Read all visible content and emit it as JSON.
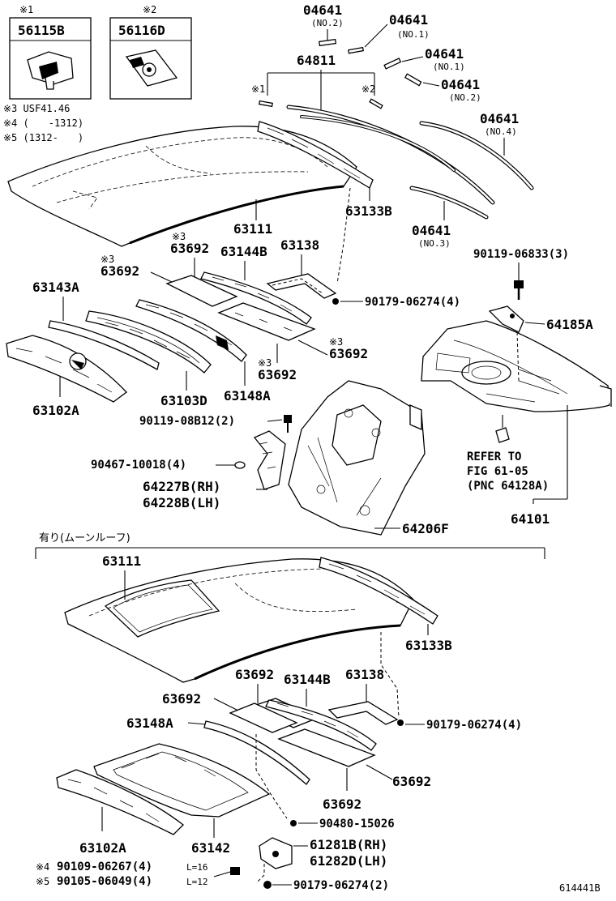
{
  "insets": [
    {
      "mark": "※1",
      "part": "56115B"
    },
    {
      "mark": "※2",
      "part": "56116D"
    }
  ],
  "legend": [
    "※3 USF41.46",
    "※4 (　　-1312)",
    "※5 (1312-　　)"
  ],
  "upper": {
    "moldings": [
      {
        "part": "04641",
        "sub": "(NO.2)"
      },
      {
        "part": "04641",
        "sub": "(NO.1)"
      },
      {
        "part": "04641",
        "sub": "(NO.1)"
      },
      {
        "part": "04641",
        "sub": "(NO.2)"
      },
      {
        "part": "04641",
        "sub": "(NO.4)"
      },
      {
        "part": "04641",
        "sub": "(NO.3)"
      }
    ],
    "molding_set": "64811",
    "molding_set_refs": [
      "※1",
      "※2"
    ],
    "roof_panel": "63111",
    "side_rail": "63133B",
    "pad_a": {
      "mark": "※3",
      "part": "63692"
    },
    "pad_b": {
      "mark": "※3",
      "part": "63692"
    },
    "pad_c": {
      "mark": "※3",
      "part": "63692"
    },
    "pad_d": {
      "mark": "※3",
      "part": "63692"
    },
    "reinf_center": "63144B",
    "bracket": "63138",
    "screw_1": "90179-06274(4)",
    "bolt_1": "90119-06833(3)",
    "bracket_rr": "64185A",
    "reinf_front": "63143A",
    "header_front": "63102A",
    "bow": "63103D",
    "reinf_rear": "63148A",
    "bolt_2": "90119-08B12(2)",
    "clip": "90467-10018(4)",
    "gusset_rh": "64227B(RH)",
    "gusset_lh": "64228B(LH)",
    "back_panel": "64206F",
    "floor_ref": [
      "REFER TO",
      "FIG 61-05",
      "(PNC 64128A)"
    ],
    "floor_assy": "64101"
  },
  "lower": {
    "title": "有り(ムーンルーフ)",
    "roof_panel": "63111",
    "side_rail": "63133B",
    "pad_a": "63692",
    "pad_b": "63692",
    "pad_c": "63692",
    "pad_d": "63692",
    "reinf_center": "63144B",
    "bracket": "63138",
    "screw_1": "90179-06274(4)",
    "reinf_rear": "63148A",
    "header_front": "63102A",
    "housing": "63142",
    "screw_2": "90480-15026",
    "hinge_rh": "61281B(RH)",
    "hinge_lh": "61282D(LH)",
    "bolt_a": {
      "mark": "※4",
      "part": "90109-06267(4)",
      "len": "L=16"
    },
    "bolt_b": {
      "mark": "※5",
      "part": "90105-06049(4)",
      "len": "L=12"
    },
    "screw_3": "90179-06274(2)"
  },
  "figure_id": "614441B"
}
